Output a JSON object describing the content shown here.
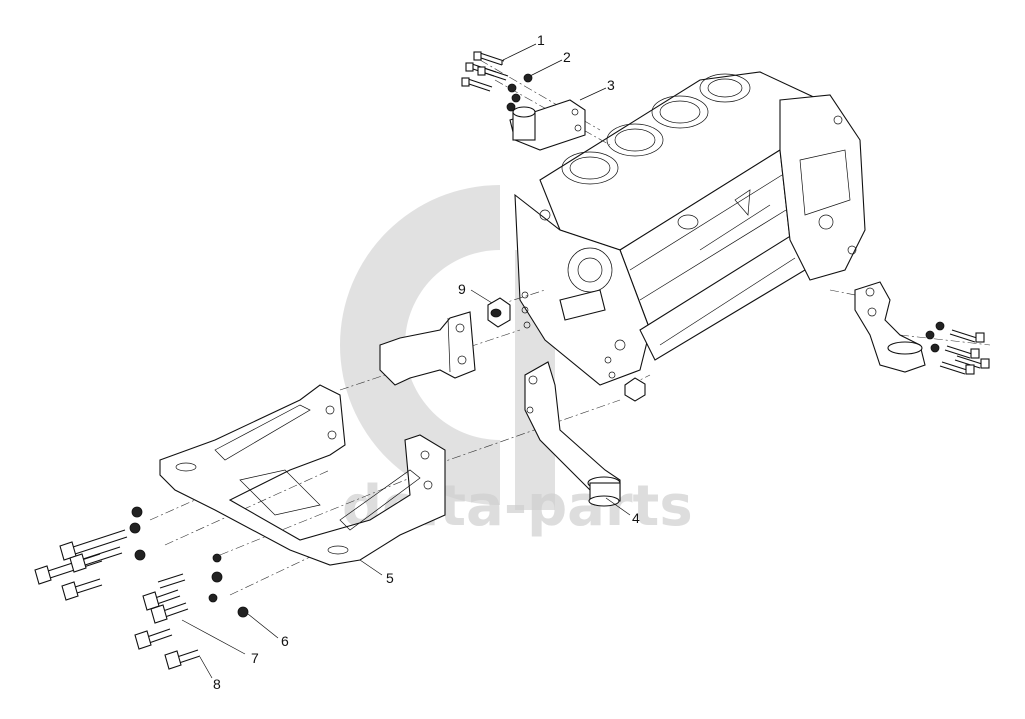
{
  "callouts": [
    {
      "id": "1",
      "label": "1"
    },
    {
      "id": "2",
      "label": "2"
    },
    {
      "id": "3",
      "label": "3"
    },
    {
      "id": "4",
      "label": "4"
    },
    {
      "id": "5",
      "label": "5"
    },
    {
      "id": "6",
      "label": "6"
    },
    {
      "id": "7",
      "label": "7"
    },
    {
      "id": "8",
      "label": "8"
    },
    {
      "id": "9",
      "label": "9"
    }
  ],
  "watermark": {
    "text": "delta-parts",
    "logo_icon": "dp-logo-icon",
    "color": "#c9c9c9"
  },
  "colors": {
    "line": "#111111",
    "background": "#ffffff"
  }
}
